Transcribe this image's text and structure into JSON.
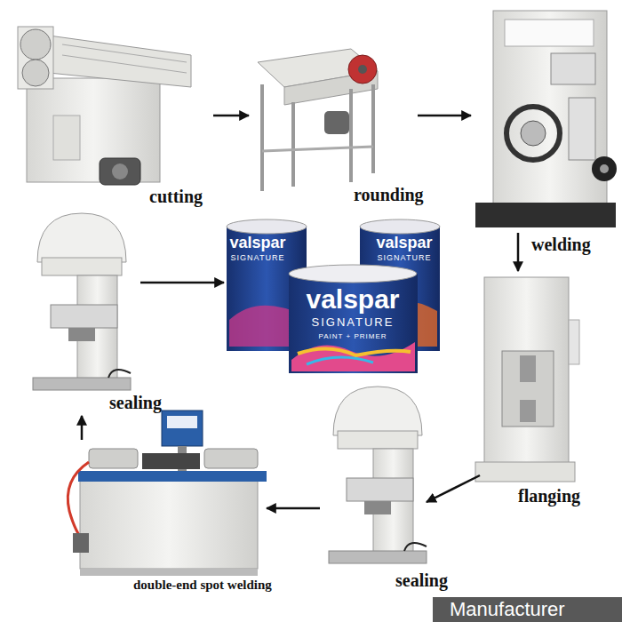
{
  "diagram": {
    "nodes": [
      {
        "text": [
          "cutting"
        ]
      },
      {
        "text": [
          "rounding"
        ]
      },
      {
        "text": [
          "welding"
        ]
      },
      {
        "text": [
          "sealing"
        ]
      },
      {
        "text": [
          "valspar",
          "SIGNATURE",
          "PAINT + PRIMER"
        ]
      },
      {
        "text": [
          "flanging"
        ]
      },
      {
        "text": [
          "double-end spot welding"
        ]
      },
      {
        "text": [
          "sealing"
        ]
      }
    ],
    "edges": [
      {
        "from": 0,
        "to": 1,
        "arrow": "to"
      },
      {
        "from": 1,
        "to": 2,
        "arrow": "to"
      },
      {
        "from": 2,
        "to": 5,
        "arrow": "to"
      },
      {
        "from": 5,
        "to": 7,
        "arrow": "to"
      },
      {
        "from": 7,
        "to": 6,
        "arrow": "to"
      },
      {
        "from": 6,
        "to": 3,
        "arrow": "to"
      },
      {
        "from": 3,
        "to": 4,
        "arrow": "to"
      }
    ],
    "labels": [
      "valspar",
      "SIGNATURE",
      "valspar",
      "SIGNATURE",
      "Manufacturer"
    ]
  }
}
